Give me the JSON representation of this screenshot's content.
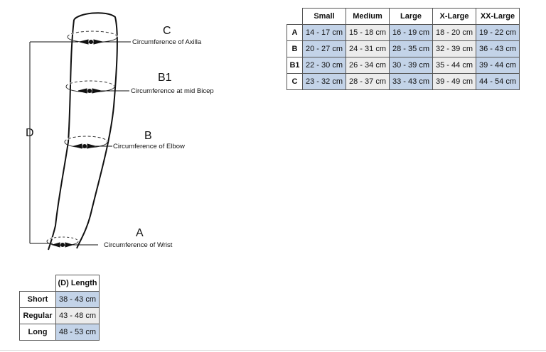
{
  "diagram": {
    "labels": {
      "C": "C",
      "B1": "B1",
      "B": "B",
      "A": "A",
      "D": "D"
    },
    "captions": {
      "axilla": "Circumference of Axilla",
      "mid_bicep": "Circumference at mid Bicep",
      "elbow": "Circumference of Elbow",
      "wrist": "Circumference of Wrist"
    }
  },
  "circumference_table": {
    "columns": [
      "Small",
      "Medium",
      "Large",
      "X-Large",
      "XX-Large"
    ],
    "rows": [
      {
        "label": "A",
        "cells": [
          "14 - 17 cm",
          "15 - 18 cm",
          "16 - 19 cm",
          "18 - 20 cm",
          "19 - 22 cm"
        ]
      },
      {
        "label": "B",
        "cells": [
          "20 - 27 cm",
          "24 - 31 cm",
          "28 - 35 cm",
          "32 - 39 cm",
          "36 - 43 cm"
        ]
      },
      {
        "label": "B1",
        "cells": [
          "22 - 30 cm",
          "26 - 34 cm",
          "30 - 39 cm",
          "35 - 44 cm",
          "39 - 44 cm"
        ]
      },
      {
        "label": "C",
        "cells": [
          "23 - 32 cm",
          "28 - 37 cm",
          "33 - 43 cm",
          "39 - 49 cm",
          "44 - 54 cm"
        ]
      }
    ]
  },
  "length_table": {
    "header": "(D) Length",
    "rows": [
      {
        "label": "Short",
        "value": "38 - 43 cm"
      },
      {
        "label": "Regular",
        "value": "43 - 48 cm"
      },
      {
        "label": "Long",
        "value": "48 - 53 cm"
      }
    ]
  },
  "colors": {
    "cell_blue": "#c3d3e8",
    "cell_grey": "#ececec",
    "line": "#111111"
  }
}
